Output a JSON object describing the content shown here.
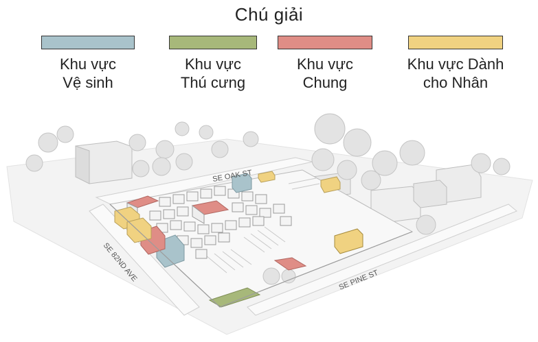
{
  "legend": {
    "title": "Chú giải",
    "items": [
      {
        "label": "Khu vực\nVệ sinh",
        "color": "#a9c3cb"
      },
      {
        "label": "Khu vực\nThú cưng",
        "color": "#a7b87a"
      },
      {
        "label": "Khu vực\nChung",
        "color": "#df8d86"
      },
      {
        "label": "Khu vực Dành\ncho Nhân",
        "color": "#f0d281"
      }
    ]
  },
  "streets": {
    "north": "SE OAK ST",
    "west": "SE 82ND AVE",
    "south": "SE PINE ST"
  }
}
